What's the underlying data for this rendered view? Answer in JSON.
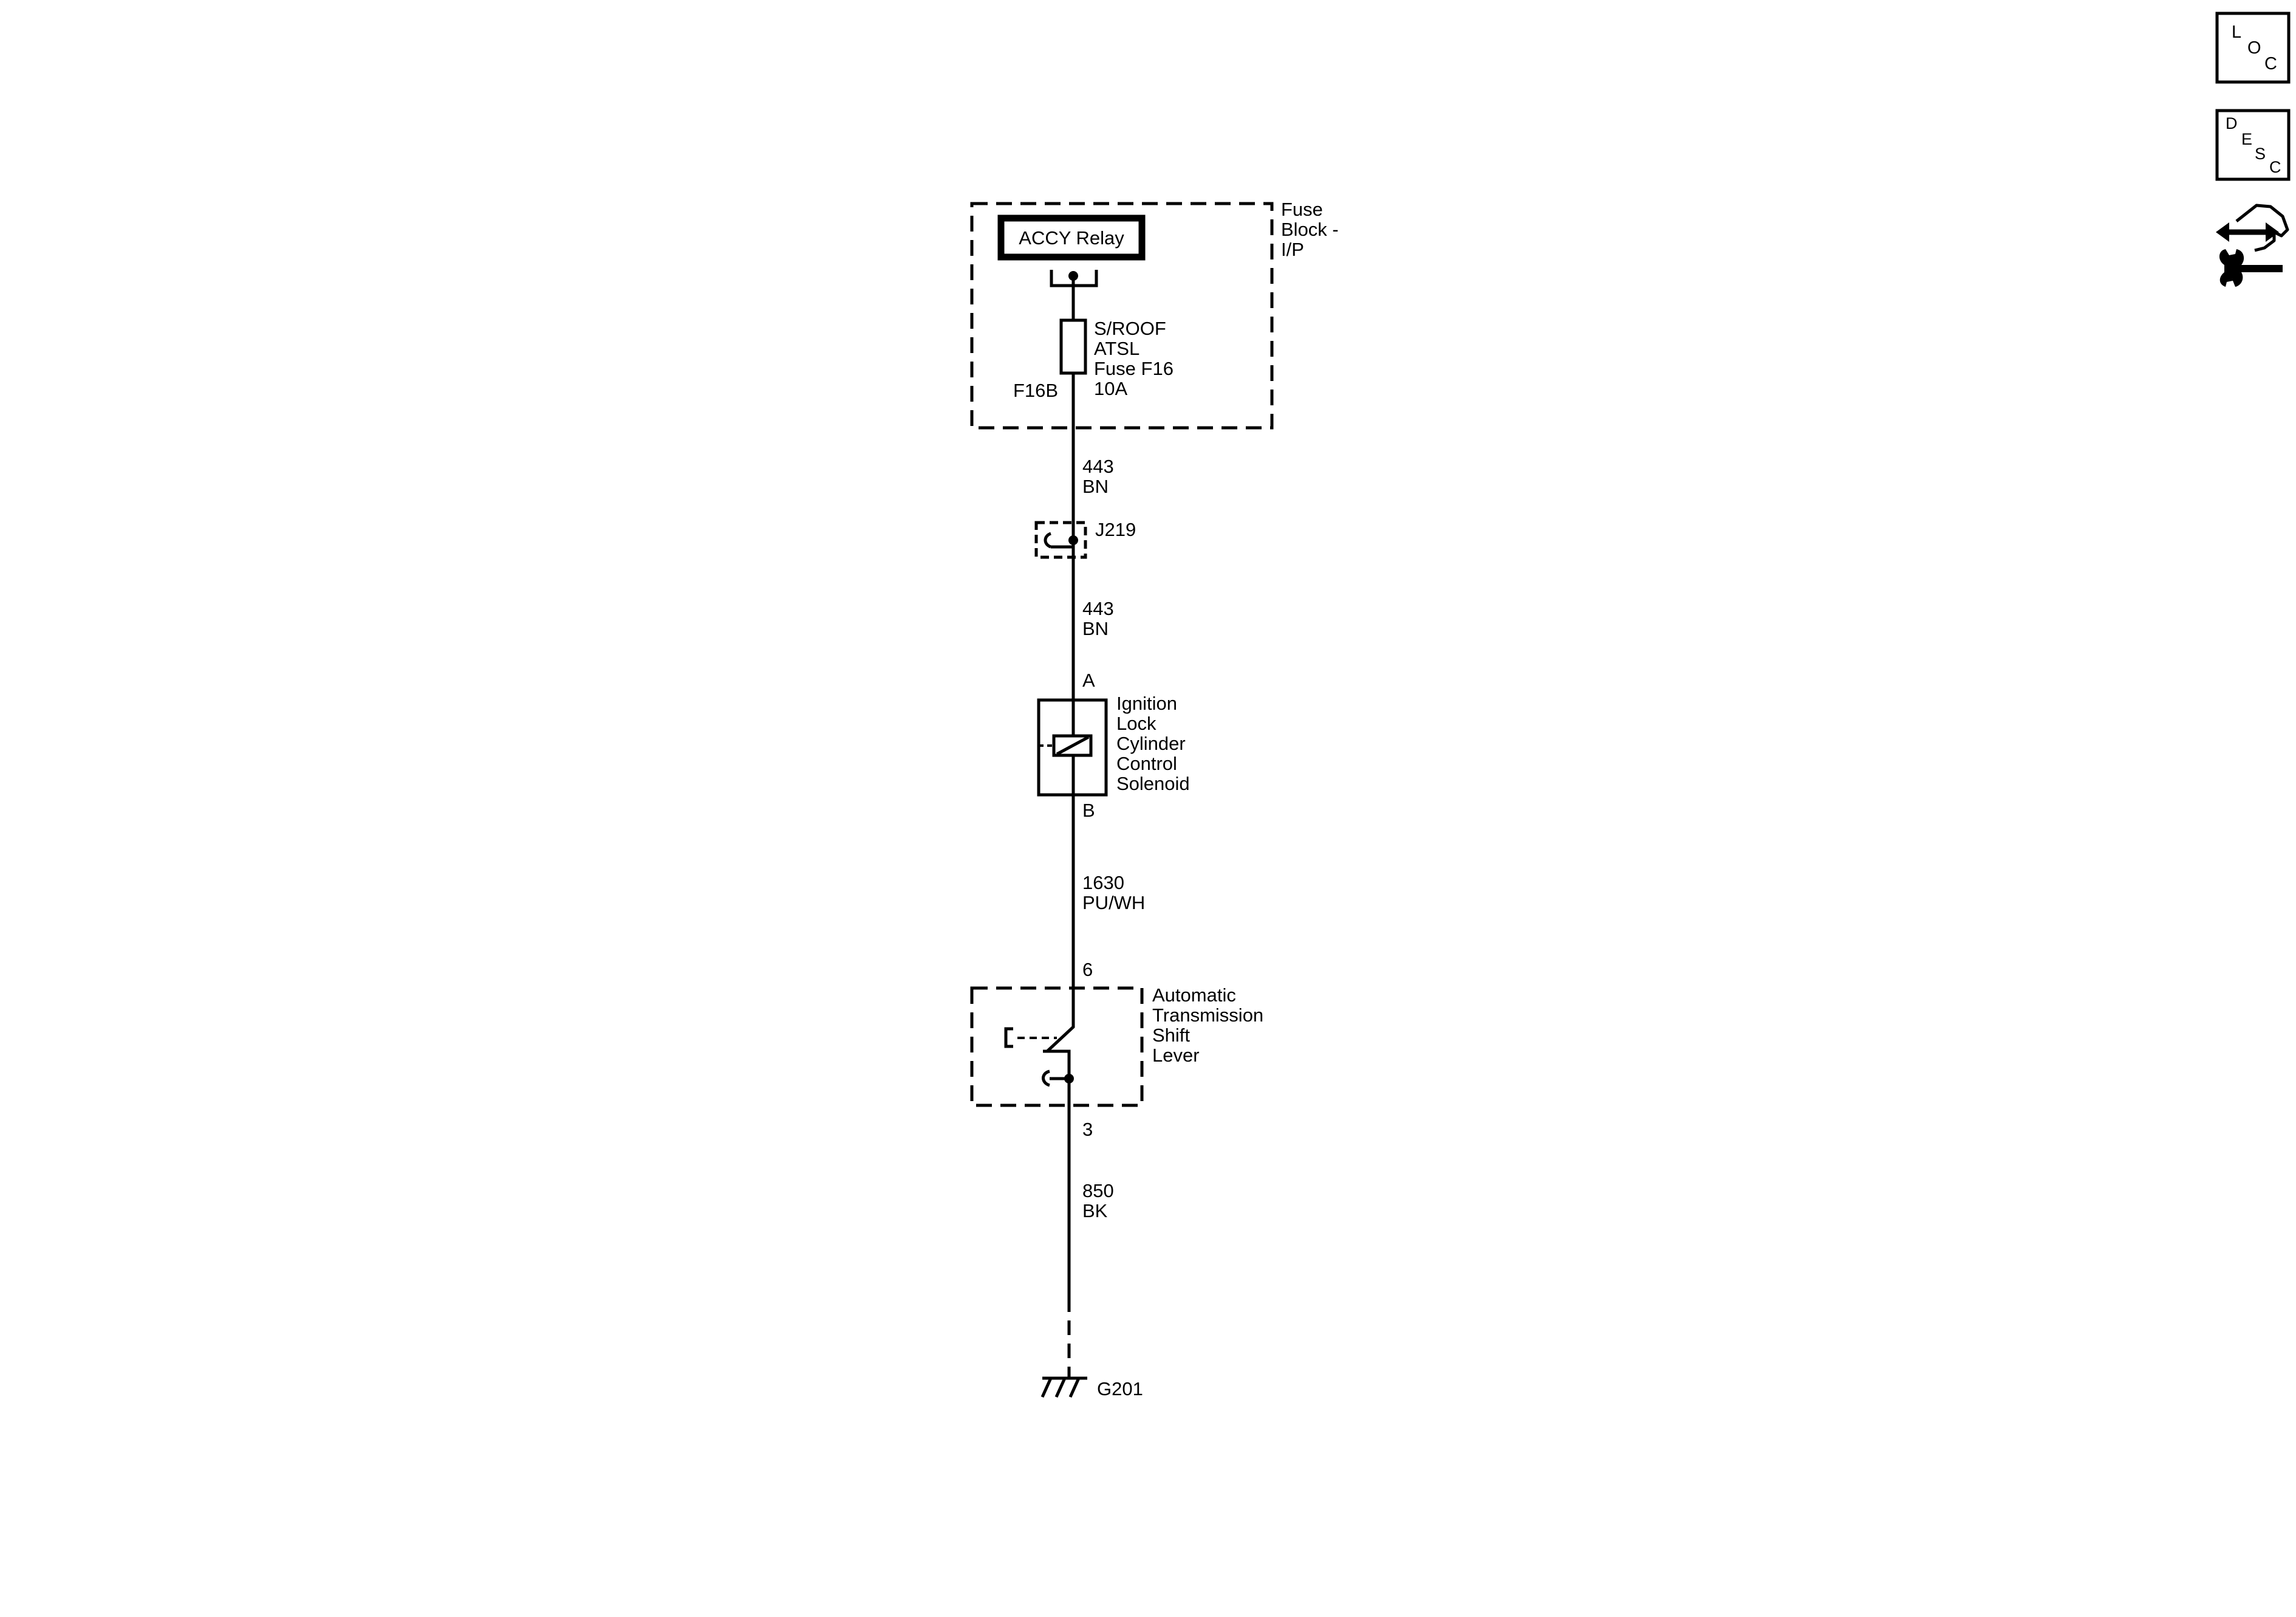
{
  "fuse_block": {
    "label": [
      "Fuse",
      "Block -",
      "I/P"
    ],
    "relay_label": "ACCY Relay",
    "fuse_label": [
      "S/ROOF",
      "ATSL",
      "Fuse F16",
      "10A"
    ],
    "fuse_terminal": "F16B"
  },
  "wires": [
    {
      "circuit": "443",
      "color": "BN"
    },
    {
      "circuit": "443",
      "color": "BN"
    },
    {
      "circuit": "1630",
      "color": "PU/WH"
    },
    {
      "circuit": "850",
      "color": "BK"
    }
  ],
  "splice": "J219",
  "solenoid": {
    "label": [
      "Ignition",
      "Lock",
      "Cylinder",
      "Control",
      "Solenoid"
    ],
    "pin_top": "A",
    "pin_bottom": "B"
  },
  "shift_lever": {
    "label": [
      "Automatic",
      "Transmission",
      "Shift",
      "Lever"
    ],
    "pin_top": "6",
    "pin_bottom": "3"
  },
  "ground": "G201",
  "side_buttons": {
    "loc": [
      "L",
      "O",
      "C"
    ],
    "desc": [
      "D",
      "E",
      "S",
      "C"
    ]
  },
  "colors": {
    "line": "#000000",
    "background": "#ffffff"
  }
}
